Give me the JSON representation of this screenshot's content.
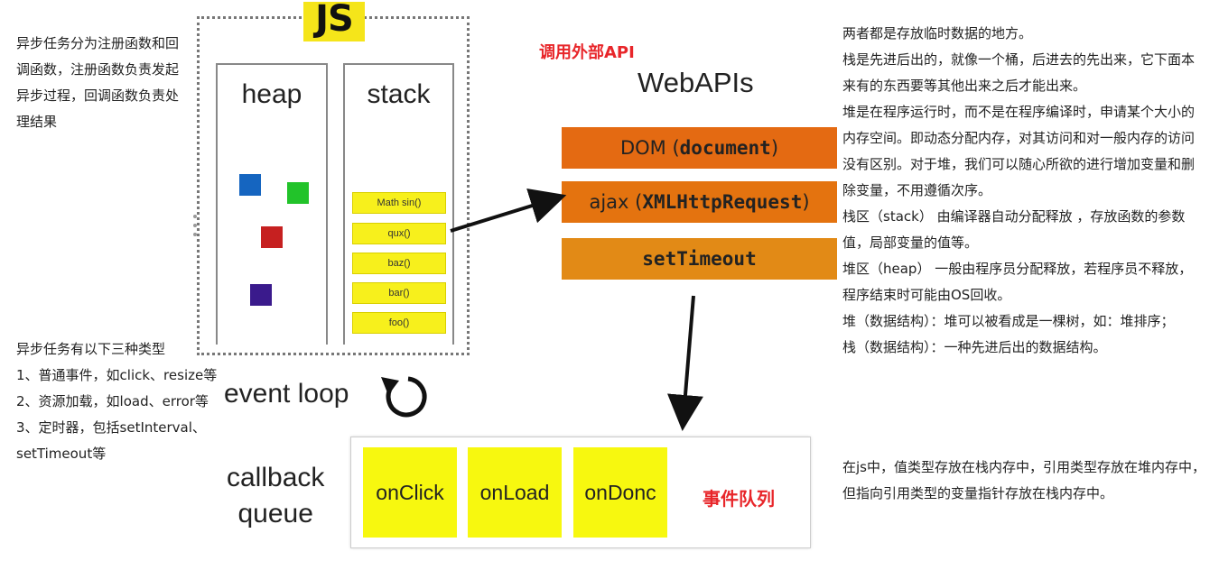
{
  "left_notes": {
    "async_intro": "异步任务分为注册函数和回调函数，注册函数负责发起异步过程，回调函数负责处理结果",
    "types_title": "异步任务有以下三种类型",
    "types": [
      "1、普通事件，如click、resize等",
      "2、资源加载，如load、error等",
      "3、定时器，包括setInterval、setTimeout等"
    ]
  },
  "engine": {
    "logo": "JS",
    "heap_title": "heap",
    "stack_title": "stack",
    "stack_frames": [
      "Math sin()",
      "qux()",
      "baz()",
      "bar()",
      "foo()"
    ],
    "heap_object_colors": [
      "#1565c0",
      "#22c32a",
      "#c62020",
      "#3a1a8c"
    ]
  },
  "webapis": {
    "caption": "调用外部API",
    "title": "WebAPIs",
    "items": [
      {
        "prefix": "DOM (",
        "mono": "document",
        "suffix": ")"
      },
      {
        "prefix": "ajax (",
        "mono": "XMLHttpRequest",
        "suffix": ")"
      },
      {
        "prefix": "",
        "mono": "setTimeout",
        "suffix": ""
      }
    ]
  },
  "event_loop": {
    "label": "event loop"
  },
  "callback_queue": {
    "label_line1": "callback",
    "label_line2": "queue",
    "items": [
      "onClick",
      "onLoad",
      "onDonc"
    ],
    "caption": "事件队列"
  },
  "right_notes": {
    "paragraphs": [
      "两者都是存放临时数据的地方。",
      "栈是先进后出的，就像一个桶，后进去的先出来，它下面本来有的东西要等其他出来之后才能出来。",
      "堆是在程序运行时，而不是在程序编译时，申请某个大小的内存空间。即动态分配内存，对其访问和对一般内存的访问没有区别。对于堆，我们可以随心所欲的进行增加变量和删除变量，不用遵循次序。",
      "栈区（stack） 由编译器自动分配释放 ，存放函数的参数值，局部变量的值等。",
      "堆区（heap） 一般由程序员分配释放，若程序员不释放，程序结束时可能由OS回收。",
      "堆（数据结构）：堆可以被看成是一棵树，如：堆排序；",
      "栈（数据结构）：一种先进后出的数据结构。"
    ],
    "final": "在js中，值类型存放在栈内存中，引用类型存放在堆内存中，但指向引用类型的变量指针存放在栈内存中。"
  },
  "colors": {
    "accent_red": "#e8262a",
    "frame_yellow": "#f7f01c",
    "api_orange": "#e46a12"
  }
}
